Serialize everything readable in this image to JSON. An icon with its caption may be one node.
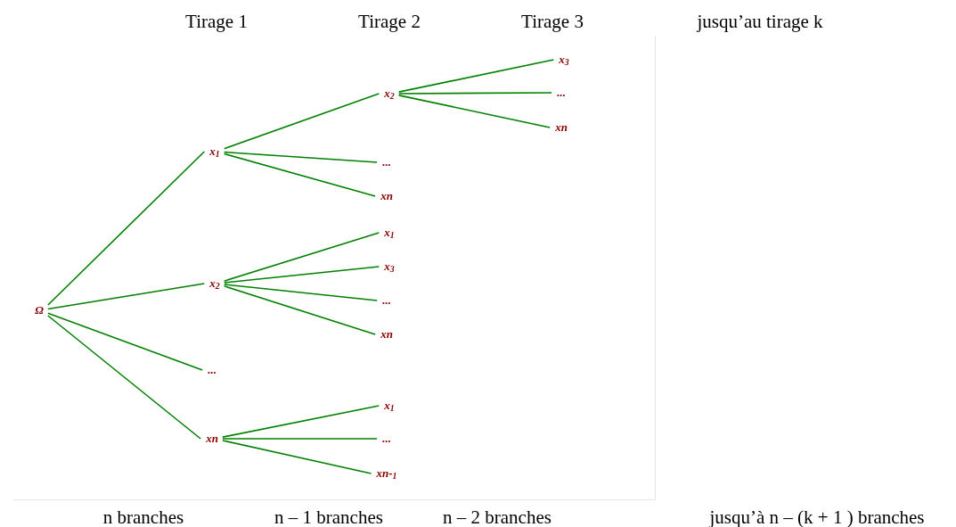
{
  "diagram": {
    "nodes": [
      {
        "text": [
          "Ω"
        ]
      },
      {
        "text": [
          "x$_{1}$"
        ]
      },
      {
        "text": [
          "x$_{2}$"
        ]
      },
      {
        "text": [
          "..."
        ]
      },
      {
        "text": [
          "xn"
        ]
      },
      {
        "text": [
          "x$_{2}$"
        ]
      },
      {
        "text": [
          "..."
        ]
      },
      {
        "text": [
          "xn"
        ]
      },
      {
        "text": [
          "x$_{3}$"
        ]
      },
      {
        "text": [
          "..."
        ]
      },
      {
        "text": [
          "xn"
        ]
      },
      {
        "text": [
          "x$_{1}$"
        ]
      },
      {
        "text": [
          "x$_{3}$"
        ]
      },
      {
        "text": [
          "..."
        ]
      },
      {
        "text": [
          "xn"
        ]
      },
      {
        "text": [
          "x$_{1}$"
        ]
      },
      {
        "text": [
          "..."
        ]
      },
      {
        "text": [
          "xn-$_{1}$"
        ]
      }
    ],
    "edges": [
      {
        "from": 0,
        "to": 1,
        "arrow": "none"
      },
      {
        "from": 0,
        "to": 2,
        "arrow": "none"
      },
      {
        "from": 0,
        "to": 3,
        "arrow": "none"
      },
      {
        "from": 0,
        "to": 4,
        "arrow": "none"
      },
      {
        "from": 1,
        "to": 5,
        "arrow": "none"
      },
      {
        "from": 1,
        "to": 6,
        "arrow": "none"
      },
      {
        "from": 1,
        "to": 7,
        "arrow": "none"
      },
      {
        "from": 5,
        "to": 8,
        "arrow": "none"
      },
      {
        "from": 5,
        "to": 9,
        "arrow": "none"
      },
      {
        "from": 5,
        "to": 10,
        "arrow": "none"
      },
      {
        "from": 2,
        "to": 11,
        "arrow": "none"
      },
      {
        "from": 2,
        "to": 12,
        "arrow": "none"
      },
      {
        "from": 2,
        "to": 13,
        "arrow": "none"
      },
      {
        "from": 2,
        "to": 14,
        "arrow": "none"
      },
      {
        "from": 4,
        "to": 15,
        "arrow": "none"
      },
      {
        "from": 4,
        "to": 16,
        "arrow": "none"
      },
      {
        "from": 4,
        "to": 17,
        "arrow": "none"
      }
    ],
    "labels": [
      "Tirage 1",
      "Tirage 2",
      "Tirage 3",
      "jusqu’au tirage k",
      "n branches",
      "n – 1 branches",
      "n – 2 branches",
      "jusqu’à n – (k + 1 ) branches"
    ]
  }
}
